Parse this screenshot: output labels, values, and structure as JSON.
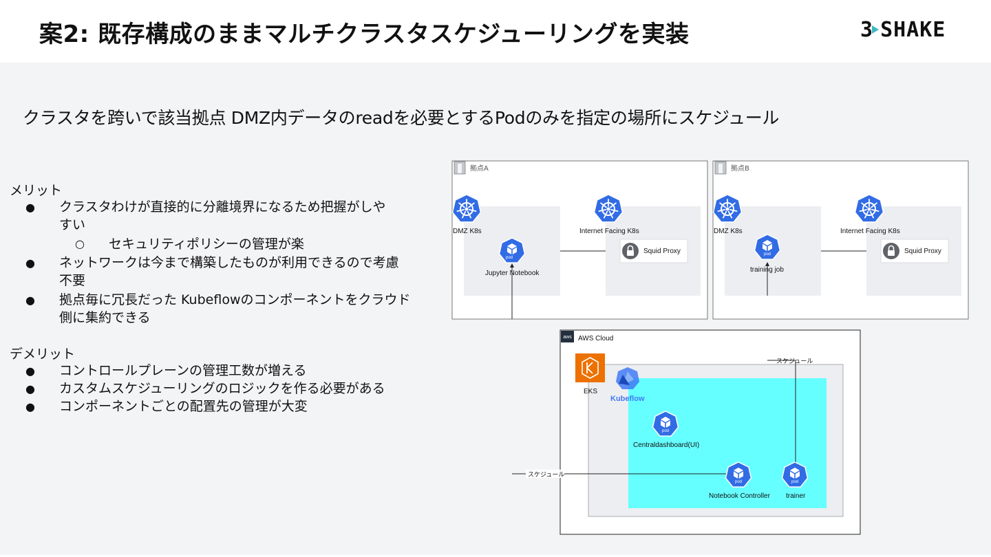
{
  "header": {
    "title": "案2: 既存構成のままマルチクラスタスケジューリングを実装",
    "logo_text": "3SHAKE"
  },
  "subtitle": "クラスタを跨いで該当拠点 DMZ内データのreadを必要とするPodのみを指定の場所にスケジュール",
  "merits": {
    "heading": "メリット",
    "items": [
      "クラスタわけが直接的に分離境界になるため把握がしや",
      "すい",
      "セキュリティポリシーの管理が楽",
      "ネットワークは今まで構築したものが利用できるので考慮",
      "不要",
      "拠点毎に冗長だった Kubeflowのコンポーネントをクラウド",
      "側に集約できる"
    ]
  },
  "demerits": {
    "heading": "デメリット",
    "items": [
      "コントロールプレーンの管理工数が増える",
      "カスタムスケジューリングのロジックを作る必要がある",
      "コンポーネントごとの配置先の管理が大変"
    ]
  },
  "diagram": {
    "site_a": {
      "label": "拠点A",
      "dmz_k8s": "DMZ K8s",
      "internet_k8s": "Internet Facing K8s",
      "squid": "Squid Proxy",
      "pod_label": "Jupyter Notebook"
    },
    "site_b": {
      "label": "拠点B",
      "dmz_k8s": "DMZ K8s",
      "internet_k8s": "Internet Facing K8s",
      "squid": "Squid Proxy",
      "pod_label": "training job"
    },
    "cloud": {
      "label": "AWS Cloud",
      "aws_badge": "aws",
      "eks": "EKS",
      "kubeflow": "Kubeflow",
      "central": "Centraldashboard(UI)",
      "notebook_controller": "Notebook Controller",
      "trainer": "trainer",
      "schedule_1": "スケジュール",
      "schedule_2": "スケジュール"
    },
    "pod_icon_text": "pod",
    "colors": {
      "k8s_blue": "#326ce5",
      "eks_orange": "#ed7100",
      "kubeflow_cyan": "#66ffff",
      "kubeflow_blue": "#4279f4"
    }
  }
}
